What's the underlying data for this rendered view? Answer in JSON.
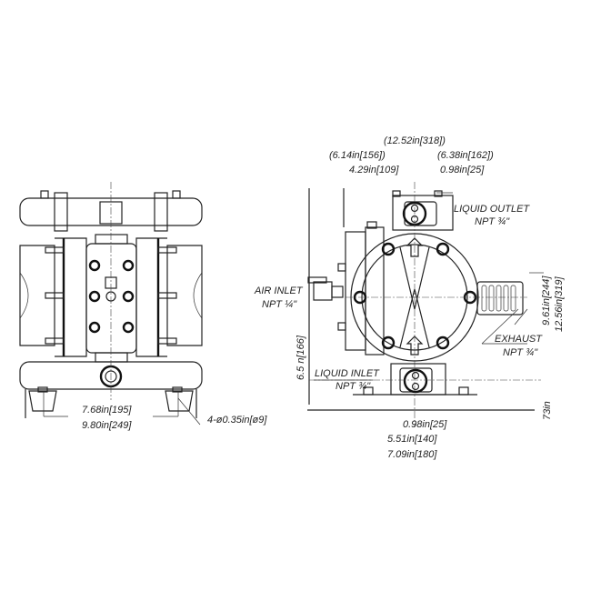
{
  "drawing": {
    "top_dims": {
      "overall_width": "(12.52in[318])",
      "left_width": "(6.14in[156])",
      "right_width": "(6.38in[162])",
      "left_offset": "4.29in[109]",
      "right_offset": "0.98in[25]"
    },
    "labels": {
      "liquid_outlet": "LIQUID OUTLET",
      "liquid_outlet_size": "NPT ¾\"",
      "air_inlet": "AIR INLET",
      "air_inlet_size": "NPT ¼\"",
      "exhaust": "EXHAUST",
      "exhaust_size": "NPT ¾\"",
      "liquid_inlet": "LIQUID INLET",
      "liquid_inlet_size": "NPT ¾\""
    },
    "side_dims": {
      "height_inner": "9.61in[244]",
      "height_outer": "12.56in[319]",
      "inlet_height": "6.5  n[166]",
      "base_height": "73in"
    },
    "bottom_dims": {
      "offset": "0.98in[25]",
      "mount_depth": "5.51in[140]",
      "base_depth": "7.09in[180]"
    },
    "front_dims": {
      "mount_width": "7.68in[195]",
      "overall_width": "9.80in[249]",
      "holes": "4-ø0.35in[ø9]"
    }
  }
}
